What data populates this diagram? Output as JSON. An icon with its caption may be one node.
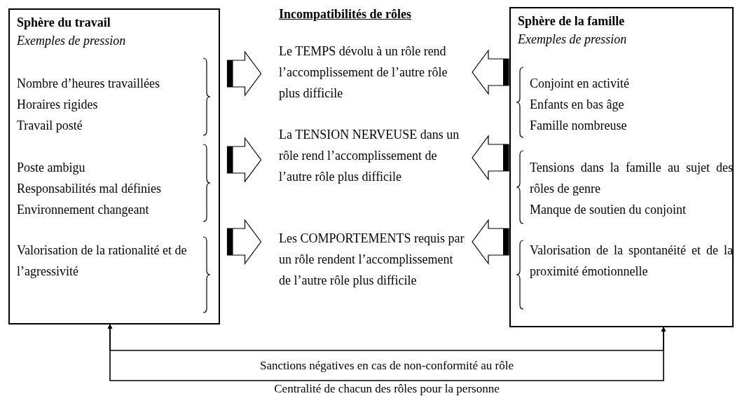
{
  "diagram": {
    "title": "Incompatibilités de rôles",
    "nodes": [
      {
        "text": [
          "Sphère du travail",
          "Exemples de pression"
        ]
      },
      {
        "text": [
          "Nombre d’heures travaillées",
          "Horaires rigides",
          "Travail posté"
        ],
        "in": 0
      },
      {
        "text": [
          "Poste ambigu",
          "Responsabilités mal définies",
          "Environnement changeant"
        ],
        "in": 0
      },
      {
        "text": [
          "Valorisation de la rationalité et de l’agressivité"
        ],
        "in": 0
      },
      {
        "text": [
          "Le TEMPS dévolu à un rôle rend l’accomplissement de l’autre rôle plus difficile"
        ]
      },
      {
        "text": [
          "La TENSION NERVEUSE dans un rôle rend l’accomplissement de l’autre rôle plus difficile"
        ]
      },
      {
        "text": [
          "Les COMPORTEMENTS requis par un rôle rendent l’accomplissement de l’autre rôle plus difficile"
        ]
      },
      {
        "text": [
          "Sphère de la famille",
          "Exemples de pression"
        ]
      },
      {
        "text": [
          "Conjoint en activité",
          "Enfants en bas âge",
          "Famille nombreuse"
        ],
        "in": 7
      },
      {
        "text": [
          "Tensions dans la famille au sujet des rôles de genre",
          "Manque de soutien du conjoint"
        ],
        "in": 7
      },
      {
        "text": [
          "Valorisation de la spontanéité et de la proximité émotionnelle"
        ],
        "in": 7
      }
    ],
    "edges": [
      {
        "from": 1,
        "to": 4,
        "arrow": "to",
        "style": "thick"
      },
      {
        "from": 2,
        "to": 5,
        "arrow": "to",
        "style": "thick"
      },
      {
        "from": 3,
        "to": 6,
        "arrow": "to",
        "style": "thick"
      },
      {
        "from": 8,
        "to": 4,
        "arrow": "to",
        "style": "thick"
      },
      {
        "from": 9,
        "to": 5,
        "arrow": "to",
        "style": "thick"
      },
      {
        "from": 10,
        "to": 6,
        "arrow": "to",
        "style": "thick"
      },
      {
        "from": 0,
        "to": 7,
        "arrow": "both",
        "label": "Sanctions négatives en cas de non-conformité au rôle"
      },
      {
        "from": 0,
        "to": 7,
        "arrow": "both",
        "label": "Centralité de chacun des rôles pour la personne"
      }
    ]
  }
}
